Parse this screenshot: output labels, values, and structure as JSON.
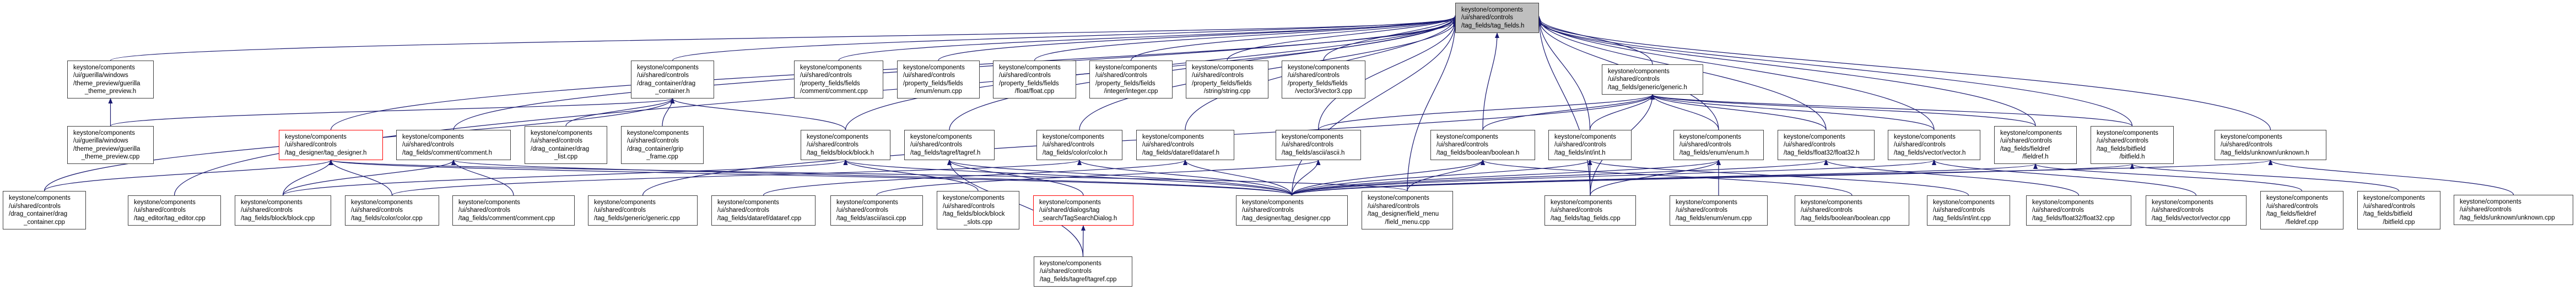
{
  "graph": {
    "title": "keystone/components/ui/shared/controls/tag_fields/tag_fields.h include dependency graph",
    "edge_color": "#191970",
    "highlight_border_color": "#ff0000",
    "root_fill_color": "#bfbfbf",
    "nodes": [
      {
        "id": "root",
        "lines": [
          "keystone/components",
          "/ui/shared/controls",
          "/tag_fields/tag_fields.h"
        ],
        "kind": "root"
      },
      {
        "id": "gtp_h",
        "lines": [
          "keystone/components",
          "/ui/guerilla/windows",
          "/theme_preview/guerilla",
          "_theme_preview.h"
        ]
      },
      {
        "id": "gtp_cpp",
        "lines": [
          "keystone/components",
          "/ui/guerilla/windows",
          "/theme_preview/guerilla",
          "_theme_preview.cpp"
        ]
      },
      {
        "id": "dc_h",
        "lines": [
          "keystone/components",
          "/ui/shared/controls",
          "/drag_container/drag",
          "_container.h"
        ]
      },
      {
        "id": "pf_comment",
        "lines": [
          "keystone/components",
          "/ui/shared/controls",
          "/property_fields/fields",
          "/comment/comment.cpp"
        ]
      },
      {
        "id": "pf_enum",
        "lines": [
          "keystone/components",
          "/ui/shared/controls",
          "/property_fields/fields",
          "/enum/enum.cpp"
        ]
      },
      {
        "id": "pf_float",
        "lines": [
          "keystone/components",
          "/ui/shared/controls",
          "/property_fields/fields",
          "/float/float.cpp"
        ]
      },
      {
        "id": "pf_integer",
        "lines": [
          "keystone/components",
          "/ui/shared/controls",
          "/property_fields/fields",
          "/integer/integer.cpp"
        ]
      },
      {
        "id": "pf_string",
        "lines": [
          "keystone/components",
          "/ui/shared/controls",
          "/property_fields/fields",
          "/string/string.cpp"
        ]
      },
      {
        "id": "pf_vector3",
        "lines": [
          "keystone/components",
          "/ui/shared/controls",
          "/property_fields/fields",
          "/vector3/vector3.cpp"
        ]
      },
      {
        "id": "generic_h",
        "lines": [
          "keystone/components",
          "/ui/shared/controls",
          "/tag_fields/generic/generic.h"
        ]
      },
      {
        "id": "td_h",
        "lines": [
          "keystone/components",
          "/ui/shared/controls",
          "/tag_designer/tag_designer.h"
        ],
        "kind": "red"
      },
      {
        "id": "comment_h",
        "lines": [
          "keystone/components",
          "/ui/shared/controls",
          "/tag_fields/comment/comment.h"
        ]
      },
      {
        "id": "drag_list",
        "lines": [
          "keystone/components",
          "/ui/shared/controls",
          "/drag_container/drag",
          "_list.cpp"
        ]
      },
      {
        "id": "grip_frame",
        "lines": [
          "keystone/components",
          "/ui/shared/controls",
          "/drag_container/grip",
          "_frame.cpp"
        ]
      },
      {
        "id": "block_h",
        "lines": [
          "keystone/components",
          "/ui/shared/controls",
          "/tag_fields/block/block.h"
        ]
      },
      {
        "id": "tagref_h",
        "lines": [
          "keystone/components",
          "/ui/shared/controls",
          "/tag_fields/tagref/tagref.h"
        ]
      },
      {
        "id": "color_h",
        "lines": [
          "keystone/components",
          "/ui/shared/controls",
          "/tag_fields/color/color.h"
        ]
      },
      {
        "id": "dataref_h",
        "lines": [
          "keystone/components",
          "/ui/shared/controls",
          "/tag_fields/dataref/dataref.h"
        ]
      },
      {
        "id": "ascii_h",
        "lines": [
          "keystone/components",
          "/ui/shared/controls",
          "/tag_fields/ascii/ascii.h"
        ]
      },
      {
        "id": "boolean_h",
        "lines": [
          "keystone/components",
          "/ui/shared/controls",
          "/tag_fields/boolean/boolean.h"
        ]
      },
      {
        "id": "int_h",
        "lines": [
          "keystone/components",
          "/ui/shared/controls",
          "/tag_fields/int/int.h"
        ]
      },
      {
        "id": "enum_h",
        "lines": [
          "keystone/components",
          "/ui/shared/controls",
          "/tag_fields/enum/enum.h"
        ]
      },
      {
        "id": "float32_h",
        "lines": [
          "keystone/components",
          "/ui/shared/controls",
          "/tag_fields/float32/float32.h"
        ]
      },
      {
        "id": "vector_h",
        "lines": [
          "keystone/components",
          "/ui/shared/controls",
          "/tag_fields/vector/vector.h"
        ]
      },
      {
        "id": "fieldref_h",
        "lines": [
          "keystone/components",
          "/ui/shared/controls",
          "/tag_fields/fieldref",
          "/fieldref.h"
        ]
      },
      {
        "id": "bitfield_h",
        "lines": [
          "keystone/components",
          "/ui/shared/controls",
          "/tag_fields/bitfield",
          "/bitfield.h"
        ]
      },
      {
        "id": "unknown_h",
        "lines": [
          "keystone/components",
          "/ui/shared/controls",
          "/tag_fields/unknown/unknown.h"
        ]
      },
      {
        "id": "dc_cpp",
        "lines": [
          "keystone/components",
          "/ui/shared/controls",
          "/drag_container/drag",
          "_container.cpp"
        ]
      },
      {
        "id": "tag_editor",
        "lines": [
          "keystone/components",
          "/ui/shared/controls",
          "/tag_editor/tag_editor.cpp"
        ]
      },
      {
        "id": "block_cpp",
        "lines": [
          "keystone/components",
          "/ui/shared/controls",
          "/tag_fields/block/block.cpp"
        ]
      },
      {
        "id": "color_cpp",
        "lines": [
          "keystone/components",
          "/ui/shared/controls",
          "/tag_fields/color/color.cpp"
        ]
      },
      {
        "id": "comment_cpp",
        "lines": [
          "keystone/components",
          "/ui/shared/controls",
          "/tag_fields/comment/comment.cpp"
        ]
      },
      {
        "id": "generic_cpp",
        "lines": [
          "keystone/components",
          "/ui/shared/controls",
          "/tag_fields/generic/generic.cpp"
        ]
      },
      {
        "id": "dataref_cpp",
        "lines": [
          "keystone/components",
          "/ui/shared/controls",
          "/tag_fields/dataref/dataref.cpp"
        ]
      },
      {
        "id": "ascii_cpp",
        "lines": [
          "keystone/components",
          "/ui/shared/controls",
          "/tag_fields/ascii/ascii.cpp"
        ]
      },
      {
        "id": "block_slots",
        "lines": [
          "keystone/components",
          "/ui/shared/controls",
          "/tag_fields/block/block",
          "_slots.cpp"
        ]
      },
      {
        "id": "tsd_h",
        "lines": [
          "keystone/components",
          "/ui/shared/dialogs/tag",
          "_search/TagSearchDialog.h"
        ],
        "kind": "red"
      },
      {
        "id": "td_cpp",
        "lines": [
          "keystone/components",
          "/ui/shared/controls",
          "/tag_designer/tag_designer.cpp"
        ]
      },
      {
        "id": "field_menu",
        "lines": [
          "keystone/components",
          "/ui/shared/controls",
          "/tag_designer/field_menu",
          "/field_menu.cpp"
        ]
      },
      {
        "id": "tf_cpp",
        "lines": [
          "keystone/components",
          "/ui/shared/controls",
          "/tag_fields/tag_fields.cpp"
        ]
      },
      {
        "id": "enum_cpp",
        "lines": [
          "keystone/components",
          "/ui/shared/controls",
          "/tag_fields/enum/enum.cpp"
        ]
      },
      {
        "id": "boolean_cpp",
        "lines": [
          "keystone/components",
          "/ui/shared/controls",
          "/tag_fields/boolean/boolean.cpp"
        ]
      },
      {
        "id": "int_cpp",
        "lines": [
          "keystone/components",
          "/ui/shared/controls",
          "/tag_fields/int/int.cpp"
        ]
      },
      {
        "id": "float32_cpp",
        "lines": [
          "keystone/components",
          "/ui/shared/controls",
          "/tag_fields/float32/float32.cpp"
        ]
      },
      {
        "id": "vector_cpp",
        "lines": [
          "keystone/components",
          "/ui/shared/controls",
          "/tag_fields/vector/vector.cpp"
        ]
      },
      {
        "id": "fieldref_cpp",
        "lines": [
          "keystone/components",
          "/ui/shared/controls",
          "/tag_fields/fieldref",
          "/fieldref.cpp"
        ]
      },
      {
        "id": "bitfield_cpp",
        "lines": [
          "keystone/components",
          "/ui/shared/controls",
          "/tag_fields/bitfield",
          "/bitfield.cpp"
        ]
      },
      {
        "id": "unknown_cpp",
        "lines": [
          "keystone/components",
          "/ui/shared/controls",
          "/tag_fields/unknown/unknown.cpp"
        ]
      },
      {
        "id": "tagref_cpp",
        "lines": [
          "keystone/components",
          "/ui/shared/controls",
          "/tag_fields/tagref/tagref.cpp"
        ]
      }
    ],
    "edges": [
      [
        "gtp_h",
        "root"
      ],
      [
        "gtp_cpp",
        "gtp_h"
      ],
      [
        "dc_h",
        "root"
      ],
      [
        "pf_comment",
        "root"
      ],
      [
        "pf_enum",
        "root"
      ],
      [
        "pf_float",
        "root"
      ],
      [
        "pf_integer",
        "root"
      ],
      [
        "pf_string",
        "root"
      ],
      [
        "pf_vector3",
        "root"
      ],
      [
        "generic_h",
        "root"
      ],
      [
        "td_h",
        "root"
      ],
      [
        "comment_h",
        "root"
      ],
      [
        "block_h",
        "root"
      ],
      [
        "tagref_h",
        "root"
      ],
      [
        "color_h",
        "root"
      ],
      [
        "dataref_h",
        "root"
      ],
      [
        "ascii_h",
        "root"
      ],
      [
        "boolean_h",
        "root"
      ],
      [
        "int_h",
        "root"
      ],
      [
        "enum_h",
        "root"
      ],
      [
        "float32_h",
        "root"
      ],
      [
        "vector_h",
        "root"
      ],
      [
        "fieldref_h",
        "root"
      ],
      [
        "bitfield_h",
        "root"
      ],
      [
        "unknown_h",
        "root"
      ],
      [
        "tag_editor",
        "root"
      ],
      [
        "tf_cpp",
        "root"
      ],
      [
        "field_menu",
        "root"
      ],
      [
        "td_cpp",
        "root"
      ],
      [
        "drag_list",
        "dc_h"
      ],
      [
        "grip_frame",
        "dc_h"
      ],
      [
        "dc_cpp",
        "dc_h"
      ],
      [
        "gtp_cpp",
        "dc_h"
      ],
      [
        "block_h",
        "dc_h"
      ],
      [
        "dc_cpp",
        "td_h"
      ],
      [
        "block_cpp",
        "td_h"
      ],
      [
        "color_cpp",
        "td_h"
      ],
      [
        "td_cpp",
        "td_h"
      ],
      [
        "field_menu",
        "td_h"
      ],
      [
        "comment_cpp",
        "comment_h"
      ],
      [
        "block_cpp",
        "comment_h"
      ],
      [
        "td_cpp",
        "comment_h"
      ],
      [
        "block_cpp",
        "block_h"
      ],
      [
        "block_slots",
        "block_h"
      ],
      [
        "td_cpp",
        "block_h"
      ],
      [
        "tagref_cpp",
        "tagref_h"
      ],
      [
        "td_cpp",
        "tagref_h"
      ],
      [
        "tsd_h",
        "tagref_h"
      ],
      [
        "tagref_cpp",
        "tsd_h"
      ],
      [
        "color_cpp",
        "color_h"
      ],
      [
        "td_cpp",
        "color_h"
      ],
      [
        "dataref_cpp",
        "dataref_h"
      ],
      [
        "td_cpp",
        "dataref_h"
      ],
      [
        "ascii_cpp",
        "ascii_h"
      ],
      [
        "td_cpp",
        "ascii_h"
      ],
      [
        "boolean_cpp",
        "boolean_h"
      ],
      [
        "td_cpp",
        "boolean_h"
      ],
      [
        "field_menu",
        "boolean_h"
      ],
      [
        "int_cpp",
        "int_h"
      ],
      [
        "tf_cpp",
        "int_h"
      ],
      [
        "td_cpp",
        "int_h"
      ],
      [
        "enum_cpp",
        "enum_h"
      ],
      [
        "tf_cpp",
        "enum_h"
      ],
      [
        "td_cpp",
        "enum_h"
      ],
      [
        "float32_cpp",
        "float32_h"
      ],
      [
        "td_cpp",
        "float32_h"
      ],
      [
        "vector_cpp",
        "vector_h"
      ],
      [
        "td_cpp",
        "vector_h"
      ],
      [
        "fieldref_cpp",
        "fieldref_h"
      ],
      [
        "td_cpp",
        "fieldref_h"
      ],
      [
        "bitfield_cpp",
        "bitfield_h"
      ],
      [
        "td_cpp",
        "bitfield_h"
      ],
      [
        "unknown_cpp",
        "unknown_h"
      ],
      [
        "td_cpp",
        "unknown_h"
      ],
      [
        "int_h",
        "generic_h"
      ],
      [
        "enum_h",
        "generic_h"
      ],
      [
        "float32_h",
        "generic_h"
      ],
      [
        "boolean_h",
        "generic_h"
      ],
      [
        "tf_cpp",
        "generic_h"
      ],
      [
        "generic_cpp",
        "generic_h"
      ],
      [
        "vector_h",
        "generic_h"
      ],
      [
        "fieldref_h",
        "generic_h"
      ],
      [
        "bitfield_h",
        "generic_h"
      ],
      [
        "ascii_h",
        "generic_h"
      ]
    ]
  }
}
